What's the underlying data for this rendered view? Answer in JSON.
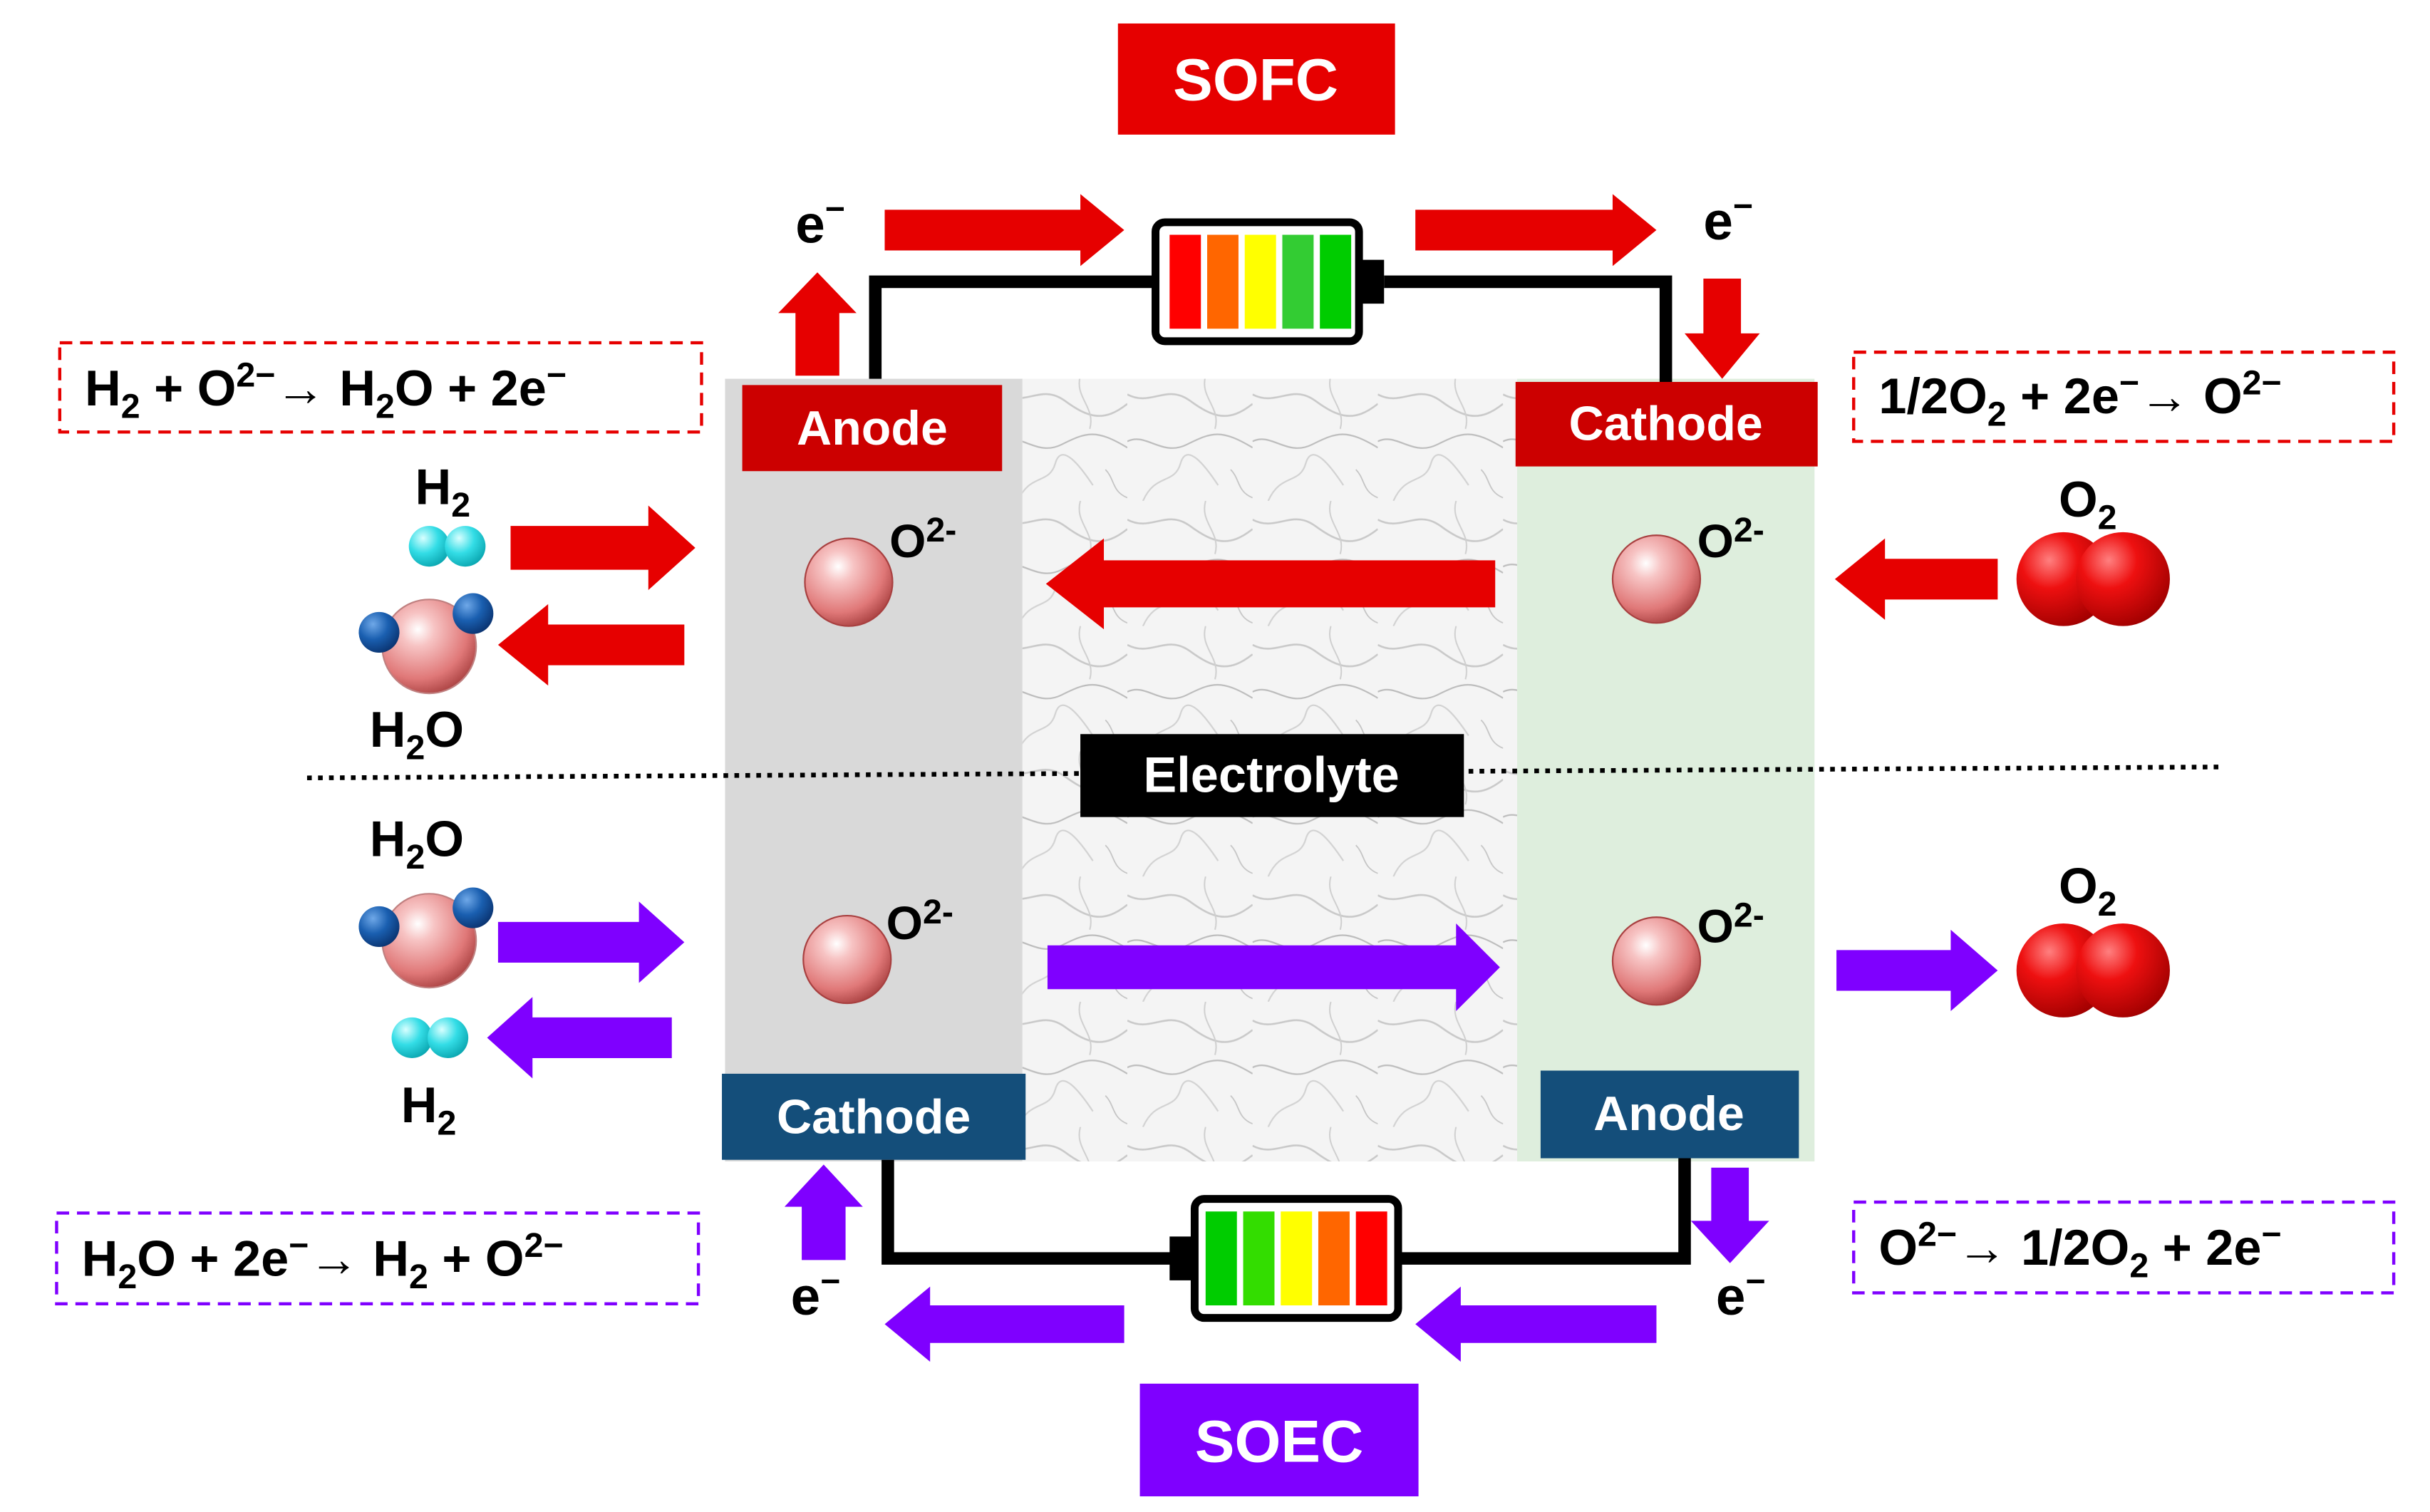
{
  "title_top": "SOFC",
  "title_bottom": "SOEC",
  "electrolyte_label": "Electrolyte",
  "electron": "e",
  "electron_sup": "−",
  "ion_label": "O",
  "ion_sup": "2-",
  "top": {
    "left_electrode": "Anode",
    "right_electrode": "Cathode"
  },
  "bottom": {
    "left_electrode": "Cathode",
    "right_electrode": "Anode"
  },
  "molecules": {
    "h2": "H",
    "h2_sub": "2",
    "h2o_h": "H",
    "h2o_sub": "2",
    "h2o_o": "O",
    "o2": "O",
    "o2_sub": "2"
  },
  "equations": {
    "top_left": {
      "p1": "H",
      "p1s": "2",
      "p2": " + O",
      "p2s": "2−",
      "p3": "→ H",
      "p3s": "2",
      "p4": "O + 2e",
      "p4s": "−"
    },
    "top_right": {
      "p1": "1/2O",
      "p1s": "2",
      "p2": " + 2e",
      "p2s": "−",
      "p3": "→ O",
      "p3s": "2−"
    },
    "bottom_left": {
      "p1": "H",
      "p1s": "2",
      "p2": "O + 2e",
      "p2s": "−",
      "p3": "→ H",
      "p3s": "2",
      "p4": " + O",
      "p4s": "2−"
    },
    "bottom_right": {
      "p1": "O",
      "p1s": "2−",
      "p2": "→ 1/2O",
      "p2s": "2",
      "p3": " + 2e",
      "p3s": "−"
    }
  },
  "colors": {
    "sofc": "#e60000",
    "soec": "#7f00ff",
    "electrode_top": "#cc0000",
    "electrode_bottom": "#144e7a",
    "anode_layer": "#d9d9d9",
    "cathode_layer": "#deeedd",
    "battery_cells_top": [
      "#ff0000",
      "#ff6600",
      "#ffff00",
      "#33cc33",
      "#00cc00"
    ],
    "battery_cells_bottom": [
      "#00cc00",
      "#33dd00",
      "#ffff00",
      "#ff6600",
      "#ff0000"
    ]
  }
}
